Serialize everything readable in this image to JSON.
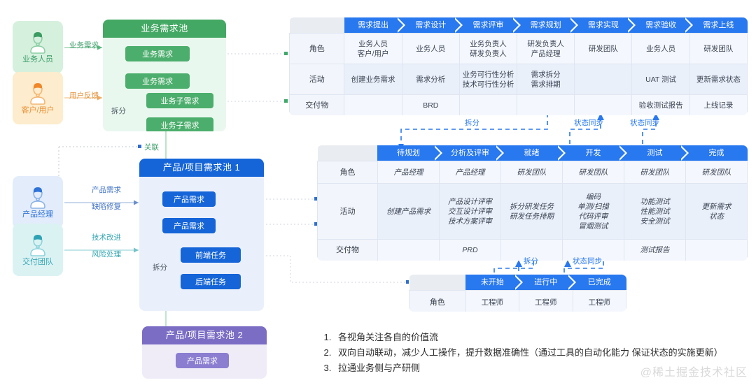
{
  "actors": [
    {
      "name": "业务人员",
      "theme": "green",
      "icon": "user-avatar-icon"
    },
    {
      "name": "客户/用户",
      "theme": "orange",
      "icon": "user-avatar-icon"
    },
    {
      "name": "产品经理",
      "theme": "blue",
      "icon": "user-avatar-icon"
    },
    {
      "name": "交付团队",
      "theme": "cyan",
      "icon": "user-avatar-icon"
    }
  ],
  "flow_labels": {
    "business_demand": "业务需求",
    "user_feedback": "用户反馈",
    "product_demand": "产品需求",
    "defect_fix": "缺陷修复",
    "tech_improve": "技术改进",
    "risk_handle": "风险处理",
    "split_1": "拆分",
    "split_2": "拆分",
    "split_3": "拆分",
    "split_4": "拆分",
    "relate": "关联",
    "status_sync_1": "状态同步",
    "status_sync_2": "状态同步",
    "status_sync_3": "状态同步"
  },
  "pools": [
    {
      "id": "business-demand-pool",
      "title": "业务需求池",
      "theme": "green",
      "items": [
        "业务需求",
        "业务需求",
        "业务子需求",
        "业务子需求"
      ],
      "split_label": "拆分"
    },
    {
      "id": "product-demand-pool-1",
      "title": "产品/项目需求池 1",
      "theme": "blue",
      "items": [
        "产品需求",
        "产品需求",
        "前端任务",
        "后端任务"
      ],
      "split_label": "拆分"
    },
    {
      "id": "product-demand-pool-2",
      "title": "产品/项目需求池 2",
      "theme": "purple",
      "items": [
        "产品需求"
      ]
    }
  ],
  "tables": [
    {
      "id": "business-flow-table",
      "stages": [
        "需求提出",
        "需求设计",
        "需求评审",
        "需求规划",
        "需求实现",
        "需求验收",
        "需求上线"
      ],
      "rows": [
        {
          "header": "角色",
          "cells": [
            "业务人员\n客户/用户",
            "业务人员",
            "业务负责人\n研发负责人",
            "研发负责人\n产品经理",
            "研发团队",
            "业务人员",
            "研发团队"
          ]
        },
        {
          "header": "活动",
          "cells": [
            "创建业务需求",
            "需求分析",
            "业务可行性分析\n技术可行性分析",
            "需求拆分\n需求排期",
            "",
            "UAT 测试",
            "更新需求状态"
          ]
        },
        {
          "header": "交付物",
          "cells": [
            "",
            "BRD",
            "",
            "",
            "",
            "验收测试报告",
            "上线记录"
          ]
        }
      ]
    },
    {
      "id": "product-flow-table",
      "stages": [
        "待规划",
        "分析及评审",
        "就绪",
        "开发",
        "测试",
        "完成"
      ],
      "rows": [
        {
          "header": "角色",
          "cells": [
            "产品经理",
            "产品经理",
            "研发团队",
            "研发团队",
            "研发团队",
            "研发团队"
          ]
        },
        {
          "header": "活动",
          "cells": [
            "创建产品需求",
            "产品设计评审\n交互设计评审\n技术方案评审",
            "拆分研发任务\n研发任务排期",
            "编码\n单测/扫描\n代码评审\n冒烟测试",
            "功能测试\n性能测试\n安全测试",
            "更新需求\n状态"
          ]
        },
        {
          "header": "交付物",
          "cells": [
            "",
            "PRD",
            "",
            "",
            "测试报告",
            ""
          ]
        }
      ]
    },
    {
      "id": "task-flow-table",
      "stages": [
        "未开始",
        "进行中",
        "已完成"
      ],
      "rows": [
        {
          "header": "角色",
          "cells": [
            "工程师",
            "工程师",
            "工程师"
          ]
        }
      ]
    }
  ],
  "notes": [
    "各视角关注各自的价值流",
    "双向自动联动，减少人工操作，提升数据准确性（通过工具的自动化能力 保证状态的实施更新）",
    "拉通业务侧与产研侧"
  ],
  "watermark": "@稀土掘金技术社区",
  "colors": {
    "green": "#43a863",
    "blue": "#1565d8",
    "purple": "#7b6cc4",
    "stage_blue": "#2878ef",
    "orange": "#e99238",
    "cyan": "#36a6b4"
  }
}
